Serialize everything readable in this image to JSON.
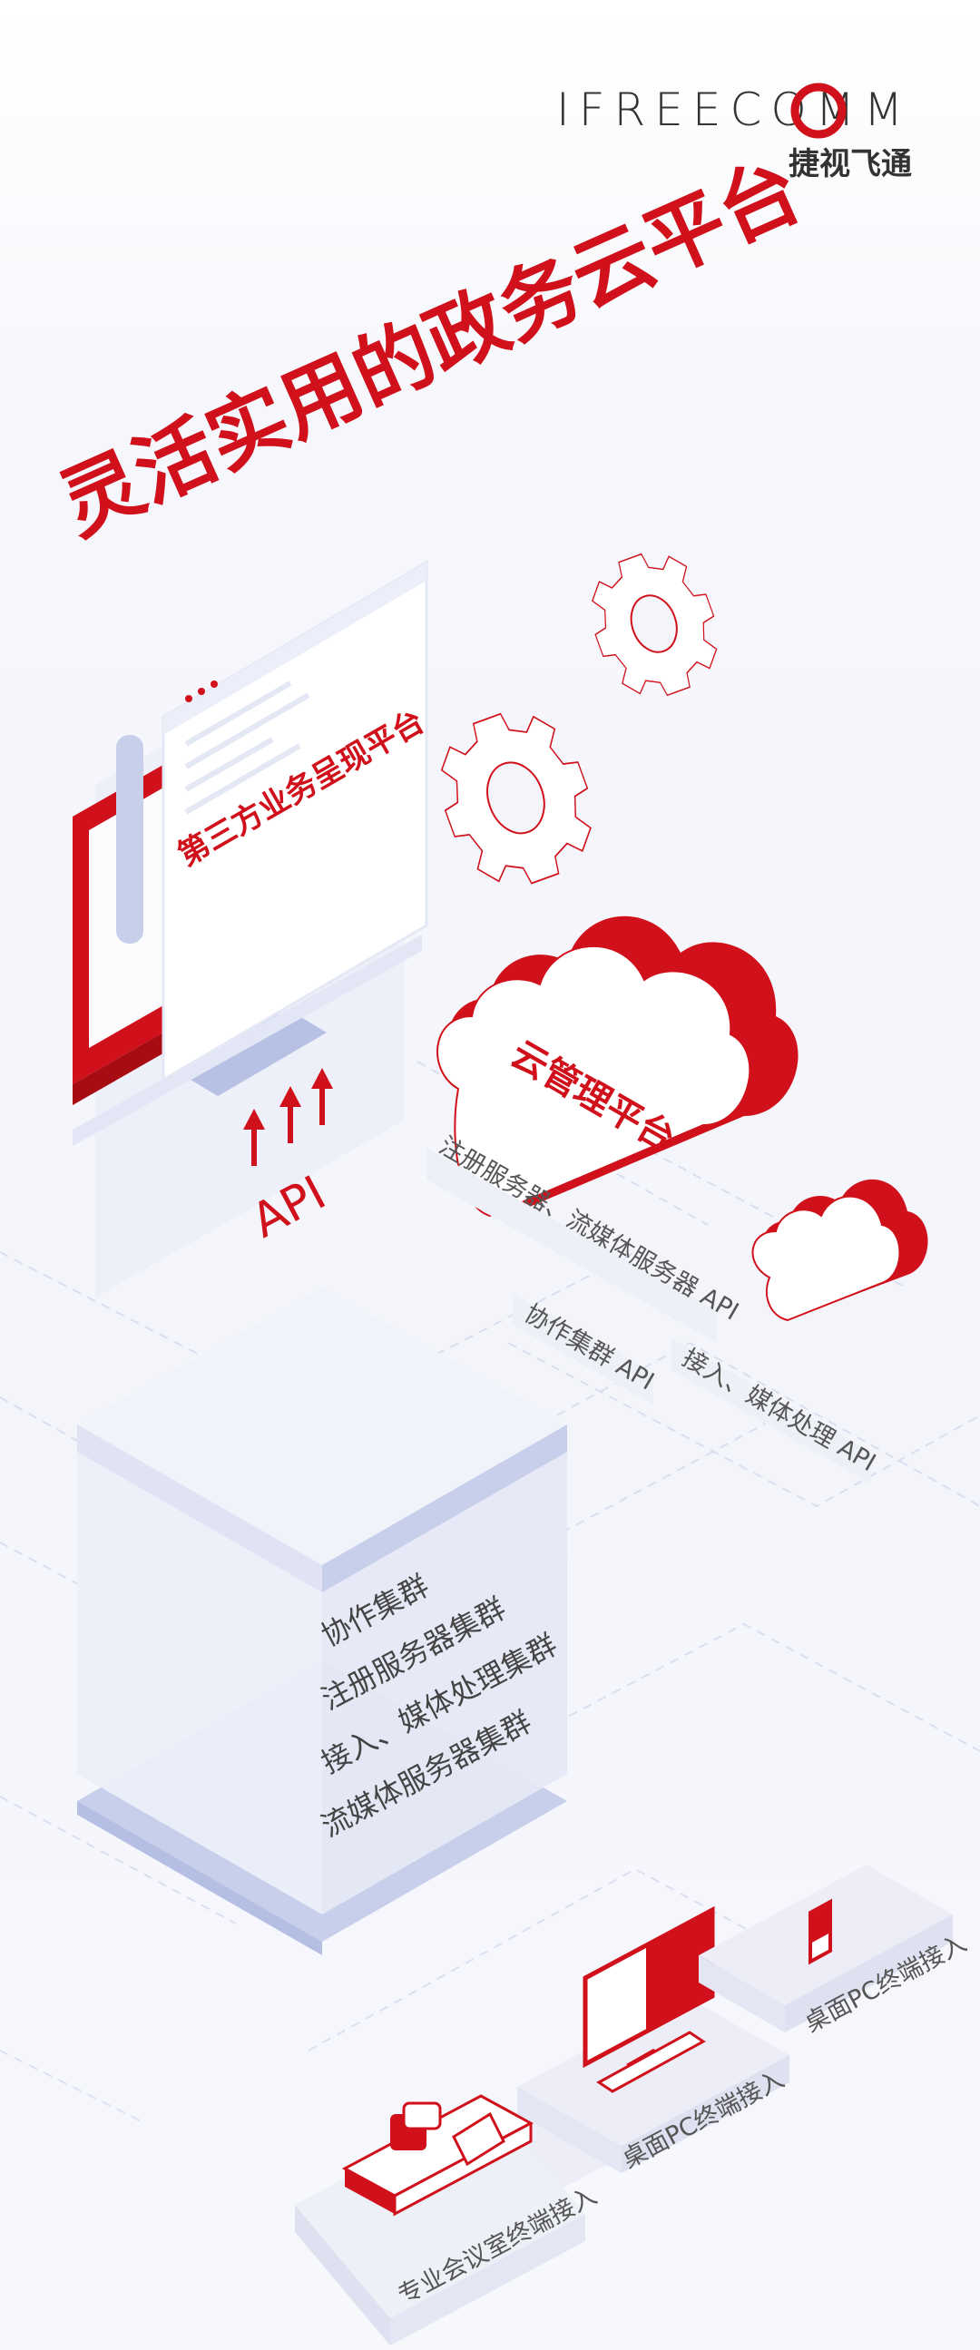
{
  "brand": {
    "wordmark": "IFREECOMM",
    "chinese_name": "捷视飞通"
  },
  "headline": "灵活实用的政务云平台",
  "third_party_platform": "第三方业务呈现平台",
  "api_label": "API",
  "cloud_platform": "云管理平台",
  "api_tags": {
    "registration_streaming": "注册服务器、流媒体服务器 API",
    "collaboration": "协作集群 API",
    "access_media": "接入、媒体处理 API"
  },
  "clusters": [
    "协作集群",
    "注册服务器集群",
    "接入、媒体处理集群",
    "流媒体服务器集群"
  ],
  "terminals": {
    "conference_room": "专业会议室终端接入",
    "desktop_pc_1": "桌面PC终端接入",
    "desktop_pc_2": "桌面PC终端接入"
  },
  "colors": {
    "brand_red": "#d0101a",
    "soft_blue": "#c7cfeb",
    "pale_blue": "#eceff9",
    "text_gray": "#555555"
  }
}
